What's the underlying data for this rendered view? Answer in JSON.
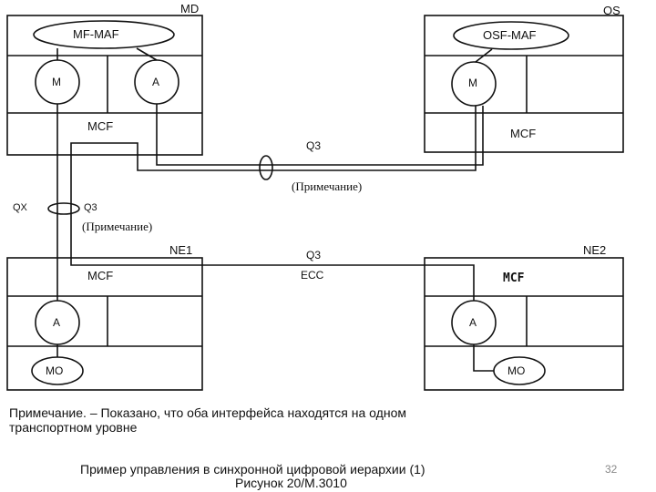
{
  "boxes": {
    "md": {
      "title": "MD",
      "maf": "MF-MAF",
      "m": "M",
      "a": "A",
      "mcf": "MCF"
    },
    "os": {
      "title": "OS",
      "maf": "OSF-MAF",
      "m": "M",
      "mcf": "MCF"
    },
    "ne1": {
      "title": "NE1",
      "mcf": "MCF",
      "a": "A",
      "mo": "MO"
    },
    "ne2": {
      "title": "NE2",
      "mcf": "MCF",
      "a": "A",
      "mo": "MO"
    }
  },
  "links": {
    "q3_md_os": "Q3",
    "note_md_os": "(Примечание)",
    "qx_left": "QX",
    "q3_left": "Q3",
    "note_left": "(Примечание)",
    "q3_ne": "Q3",
    "ecc": "ECC"
  },
  "footnote": {
    "line1": "Примечание. – Показано, что оба интерфейса находятся на одном",
    "line2": "транспортном уровне"
  },
  "caption": {
    "line1": "Пример управления в синхронной цифровой иерархии (1)",
    "line2": "Рисунок 20/M.3010"
  },
  "page_number": "32"
}
